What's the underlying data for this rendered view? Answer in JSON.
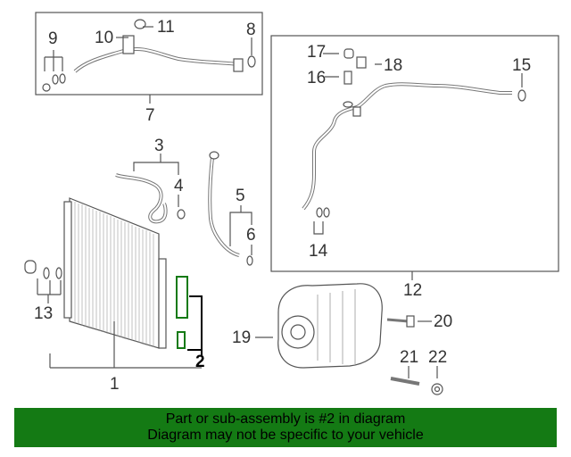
{
  "diagram": {
    "callouts": [
      "1",
      "2",
      "3",
      "4",
      "5",
      "6",
      "7",
      "8",
      "9",
      "10",
      "11",
      "12",
      "13",
      "14",
      "15",
      "16",
      "17",
      "18",
      "19",
      "20",
      "21",
      "22"
    ],
    "highlighted_part": "2",
    "line_color": "#555555",
    "highlight_color": "#147a14"
  },
  "banner": {
    "line1": "Part or sub-assembly is #2 in diagram",
    "line2": "Diagram may not be specific to your vehicle",
    "background": "#147a14"
  }
}
